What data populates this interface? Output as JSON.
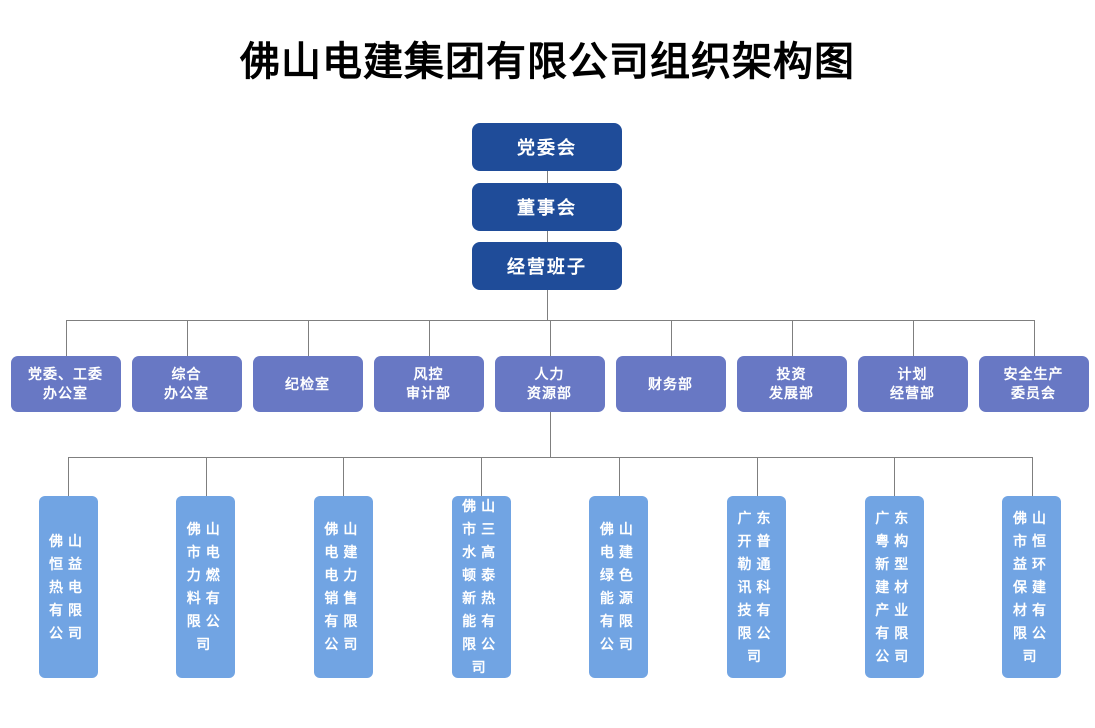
{
  "title": "佛山电建集团有限公司组织架构图",
  "colors": {
    "level1_fill": "#1F4C99",
    "level2_fill": "#6878C4",
    "level3_fill": "#71A4E3",
    "connector_line": "#7F7F7F",
    "node_text": "#FFFFFF",
    "title_text": "#000000"
  },
  "level1": {
    "items": [
      {
        "label": "党委会"
      },
      {
        "label": "董事会"
      },
      {
        "label": "经营班子"
      }
    ]
  },
  "level2": {
    "items": [
      {
        "label": "党委、工委\n办公室"
      },
      {
        "label": "综合\n办公室"
      },
      {
        "label": "纪检室"
      },
      {
        "label": "风控\n审计部"
      },
      {
        "label": "人力\n资源部"
      },
      {
        "label": "财务部"
      },
      {
        "label": "投资\n发展部"
      },
      {
        "label": "计划\n经营部"
      },
      {
        "label": "安全生产\n委员会"
      }
    ]
  },
  "level3": {
    "items": [
      {
        "label": "佛山恒益热电有限公司"
      },
      {
        "label": "佛山市电力燃料有限公司"
      },
      {
        "label": "佛山电建电力销售有限公司"
      },
      {
        "label": "佛山市三水高顿泰新热能有限公司"
      },
      {
        "label": "佛山电建绿色能源有限公司"
      },
      {
        "label": "广东开普勒通讯科技有限公司"
      },
      {
        "label": "广东粤构新型建材产业有限公司"
      },
      {
        "label": "佛山市恒益环保建材有限公司"
      }
    ]
  }
}
